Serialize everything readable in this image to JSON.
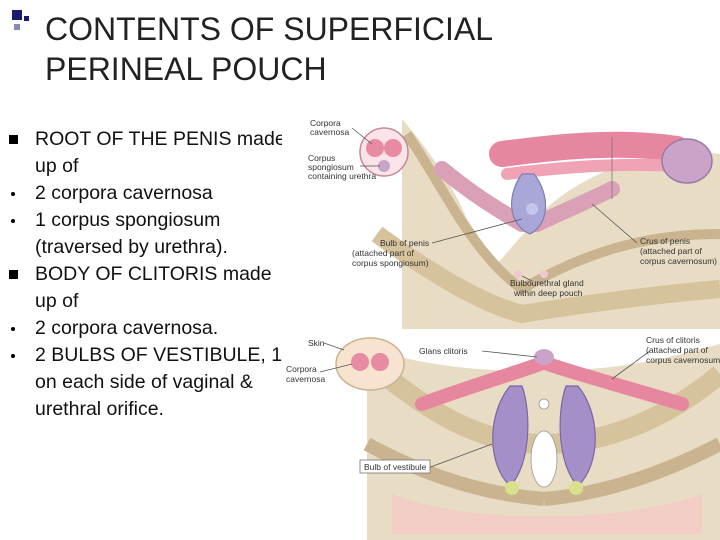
{
  "slide": {
    "title": "CONTENTS OF SUPERFICIAL PERINEAL POUCH",
    "bullets": [
      {
        "marker": "square",
        "text": "ROOT OF THE PENIS made up of"
      },
      {
        "marker": "dot",
        "text": " 2 corpora cavernosa"
      },
      {
        "marker": "dot",
        "text": "1 corpus spongiosum (traversed by urethra)."
      },
      {
        "marker": "square",
        "text": "BODY OF CLITORIS made up of"
      },
      {
        "marker": "dot",
        "text": "2 corpora cavernosa."
      },
      {
        "marker": "dot",
        "text": "2 BULBS OF VESTIBULE, 1 on each side of  vaginal & urethral orifice."
      }
    ]
  },
  "figure": {
    "male_labels": {
      "corpora_1": "Corpora",
      "corpora_2": "cavernosa",
      "spong_1": "Corpus",
      "spong_2": "spongiosum",
      "spong_3": "containing urethra",
      "bulb_1": "Bulb of penis",
      "bulb_2": "(attached part of",
      "bulb_3": "corpus spongiosum)",
      "crus_1": "Crus of penis",
      "crus_2": "(attached part of",
      "crus_3": "corpus cavernosum)",
      "gland_1": "Bulbourethral gland",
      "gland_2": "within deep pouch"
    },
    "female_labels": {
      "skin": "Skin",
      "glans": "Glans clitoris",
      "crus_1": "Crus of clitoris",
      "crus_2": "(attached part of",
      "crus_3": "corpus cavernosum)",
      "corpora_1": "Corpora",
      "corpora_2": "cavernosa",
      "bulb": "Bulb of vestibule"
    }
  }
}
